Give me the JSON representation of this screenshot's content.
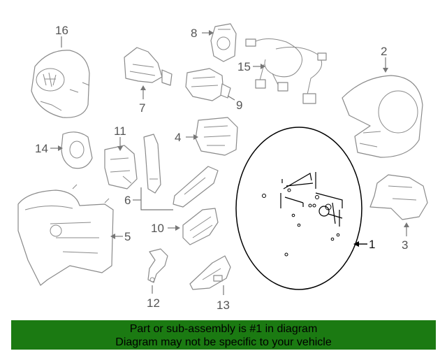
{
  "callouts": [
    {
      "id": "16",
      "label": "16"
    },
    {
      "id": "8",
      "label": "8"
    },
    {
      "id": "15",
      "label": "15"
    },
    {
      "id": "2",
      "label": "2"
    },
    {
      "id": "7",
      "label": "7"
    },
    {
      "id": "9",
      "label": "9"
    },
    {
      "id": "11",
      "label": "11"
    },
    {
      "id": "4",
      "label": "4"
    },
    {
      "id": "14",
      "label": "14"
    },
    {
      "id": "6",
      "label": "6"
    },
    {
      "id": "5",
      "label": "5"
    },
    {
      "id": "10",
      "label": "10"
    },
    {
      "id": "12",
      "label": "12"
    },
    {
      "id": "13",
      "label": "13"
    },
    {
      "id": "1",
      "label": "1"
    },
    {
      "id": "3",
      "label": "3"
    }
  ],
  "highlighted_part": "1",
  "banner": {
    "line1": "Part or sub-assembly is #1 in diagram",
    "line2": "Diagram may not be specific to your vehicle",
    "color": "#1b7a12"
  }
}
